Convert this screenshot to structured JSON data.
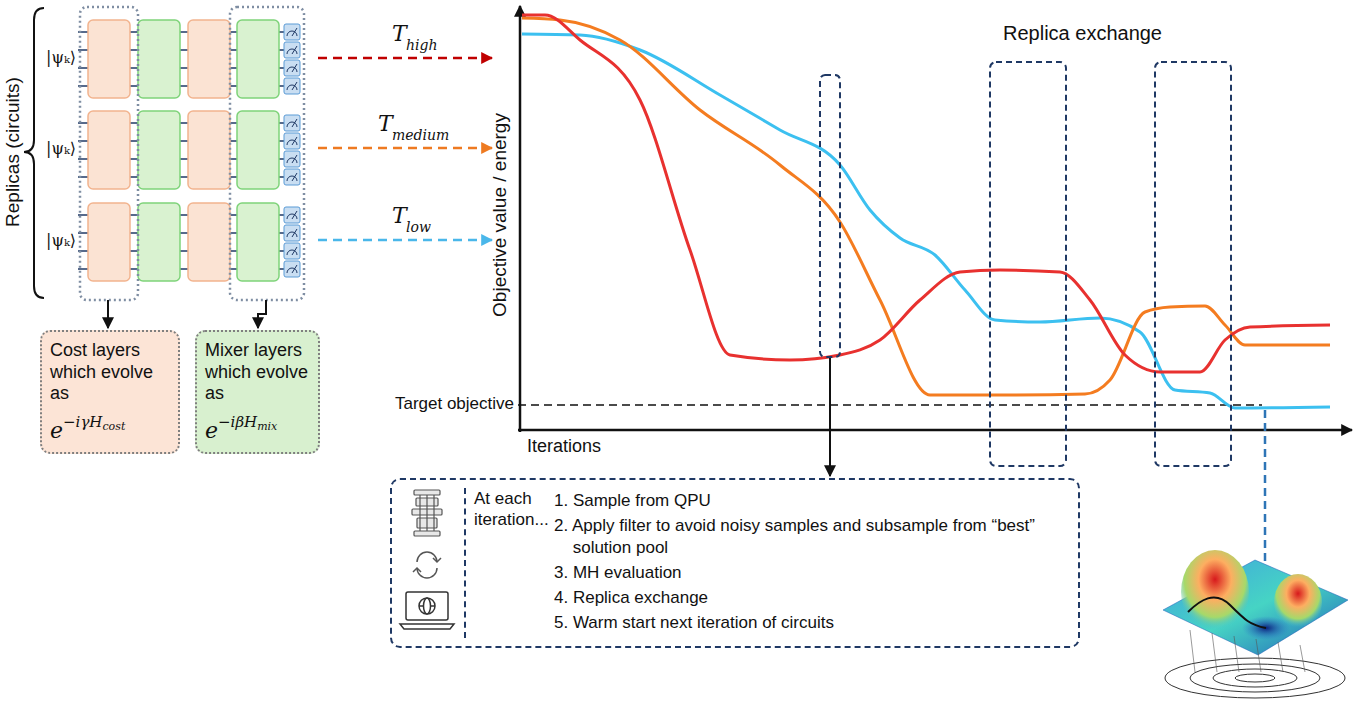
{
  "diagram": {
    "nodes": [
      {
        "text": [
          "Cost layers which evolve as",
          "e",
          "−iγH",
          "cost"
        ]
      },
      {
        "text": [
          "Mixer layers which evolve as",
          "e",
          "−iβH",
          "mix"
        ]
      },
      {
        "text": [
          "At each iteration...",
          "1. Sample from QPU",
          "2. Apply filter to avoid noisy samples and subsample from “best” solution pool",
          "3. MH evaluation",
          "4. Replica exchange",
          "5. Warm start next iteration of circuits"
        ]
      }
    ],
    "labels": [
      "Replicas (circuits)",
      "|ψₖ⟩",
      "|ψₖ⟩",
      "|ψₖ⟩",
      "T",
      "high",
      "T",
      "medium",
      "T",
      "low",
      "Objective value / energy",
      "Target objective",
      "Iterations",
      "Replica exchange"
    ]
  }
}
